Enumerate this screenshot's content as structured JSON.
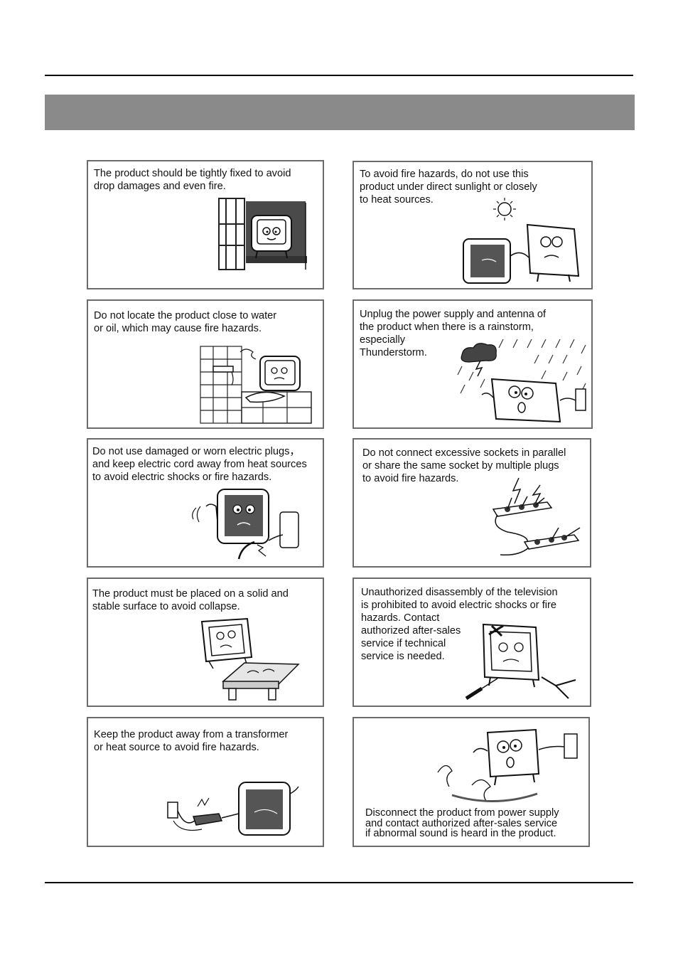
{
  "page": {
    "banner_text": ""
  },
  "panels": [
    {
      "text": "The product should be tightly fixed to  avoid\ndrop damages and even fire.",
      "illustration": "tv-on-wall-shelf-icon"
    },
    {
      "text": "To avoid fire hazards, do not use this\nproduct under direct sunlight or closely\nto heat sources.",
      "illustration": "tv-sun-heater-icon"
    },
    {
      "text": "Do not locate the product close to water\nor oil, which may cause fire hazards.",
      "illustration": "tv-near-water-tap-icon"
    },
    {
      "text": "Unplug the power supply and antenna of\nthe product when there is a rainstorm,\nespecially\nThunderstorm.",
      "illustration": "tv-in-thunderstorm-icon"
    },
    {
      "text": "Do not use damaged or worn electric plugs，\nand keep electric cord away from heat sources\nto avoid electric shocks or fire hazards.",
      "illustration": "tv-damaged-plug-icon"
    },
    {
      "text": "Do not connect excessive sockets in parallel\nor share the same socket by multiple plugs\nto avoid fire hazards.",
      "illustration": "overloaded-power-strip-icon"
    },
    {
      "text": "The product must be placed on a solid and\nstable surface to avoid collapse.",
      "illustration": "tv-on-table-icon"
    },
    {
      "text": "Unauthorized disassembly of the television\nis prohibited to avoid electric shocks or fire\n hazards. Contact\nauthorized after-sales\nservice if technical\nservice is needed.",
      "illustration": "tv-with-tools-icon"
    },
    {
      "text": "Keep the product away from a transformer\nor heat source to avoid fire hazards.",
      "illustration": "tv-transformer-icon"
    },
    {
      "text": "Disconnect the product from power supply\nand contact authorized after-sales service\nif abnormal sound is heard in the product.",
      "illustration": "tv-abnormal-sound-icon"
    }
  ]
}
